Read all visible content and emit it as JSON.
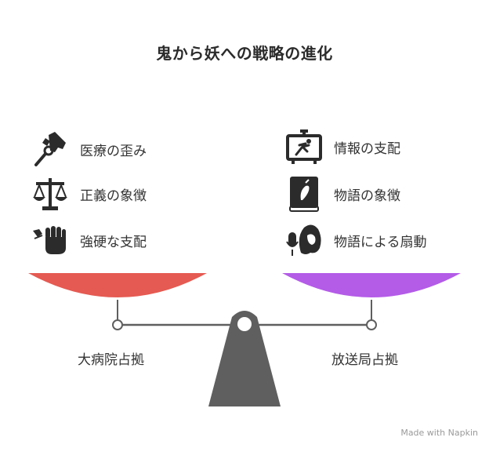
{
  "title": "鬼から妖への戦略の進化",
  "left": {
    "items": [
      {
        "label": "医療の歪み",
        "icon": "medical-hand-icon"
      },
      {
        "label": "正義の象徴",
        "icon": "justice-scale-icon"
      },
      {
        "label": "強硬な支配",
        "icon": "fist-icon"
      }
    ],
    "caption": "大病院占拠",
    "pan_color": "#e55a52"
  },
  "right": {
    "items": [
      {
        "label": "情報の支配",
        "icon": "tv-broadcast-icon"
      },
      {
        "label": "物語の象徴",
        "icon": "story-book-icon"
      },
      {
        "label": "物語による扇動",
        "icon": "microphone-figure-icon"
      }
    ],
    "caption": "放送局占拠",
    "pan_color": "#b45be8"
  },
  "fulcrum_color": "#5f5f5f",
  "branding": "Made with Napkin"
}
